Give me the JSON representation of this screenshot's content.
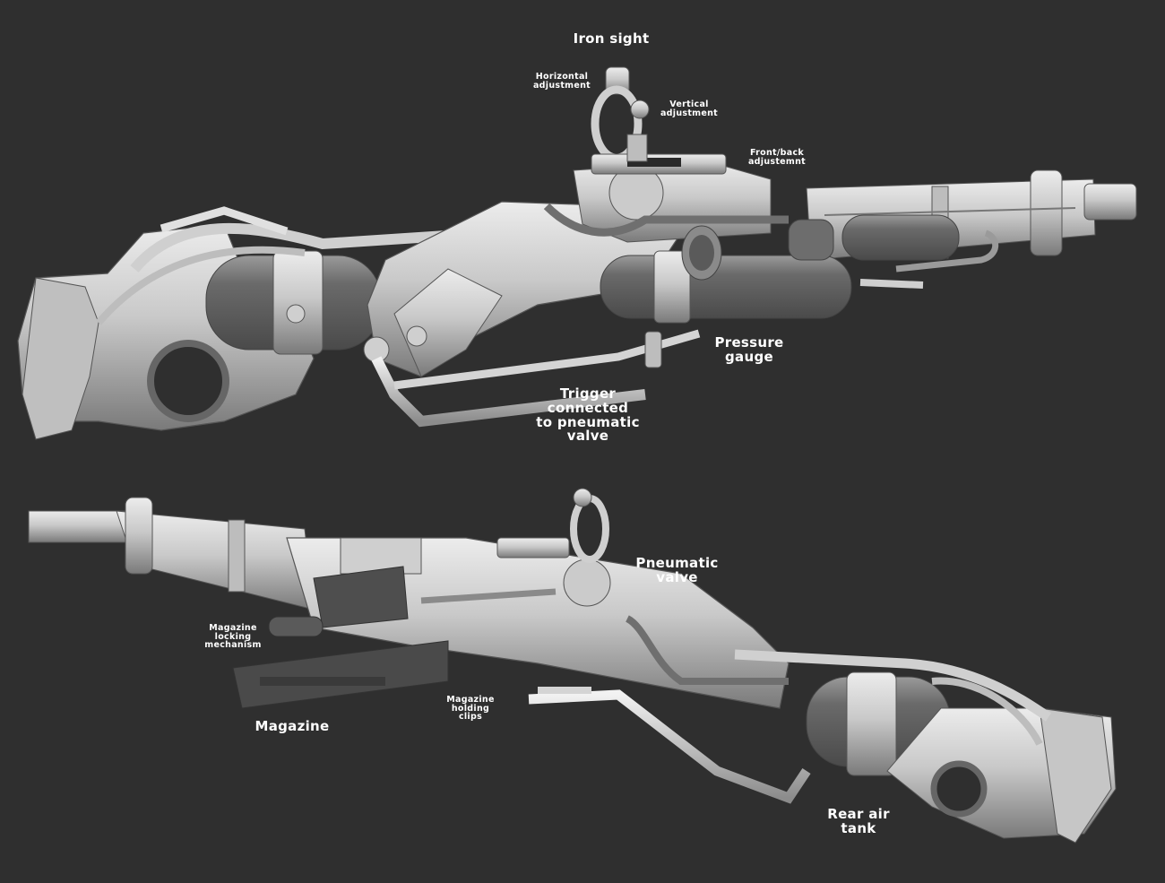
{
  "labels": {
    "iron_sight": "Iron sight",
    "horizontal_adjustment": "Horizontal\nadjustment",
    "vertical_adjustment": "Vertical\nadjustment",
    "front_back_adjustment": "Front/back\nadjustemnt",
    "pressure_gauge": "Pressure\ngauge",
    "trigger": "Trigger\nconnected\nto pneumatic\nvalve",
    "pneumatic_valve": "Pneumatic\nvalve",
    "magazine_locking": "Magazine\nlocking\nmechanism",
    "magazine": "Magazine",
    "magazine_holding_clips": "Magazine\nholding\nclips",
    "rear_air_tank": "Rear air\ntank"
  },
  "colors": {
    "background": "#2f2f2f",
    "model_light": "#d9d9d9",
    "model_mid": "#a8a8a8",
    "model_dark": "#5e5e5e",
    "label": "#ffffff"
  }
}
